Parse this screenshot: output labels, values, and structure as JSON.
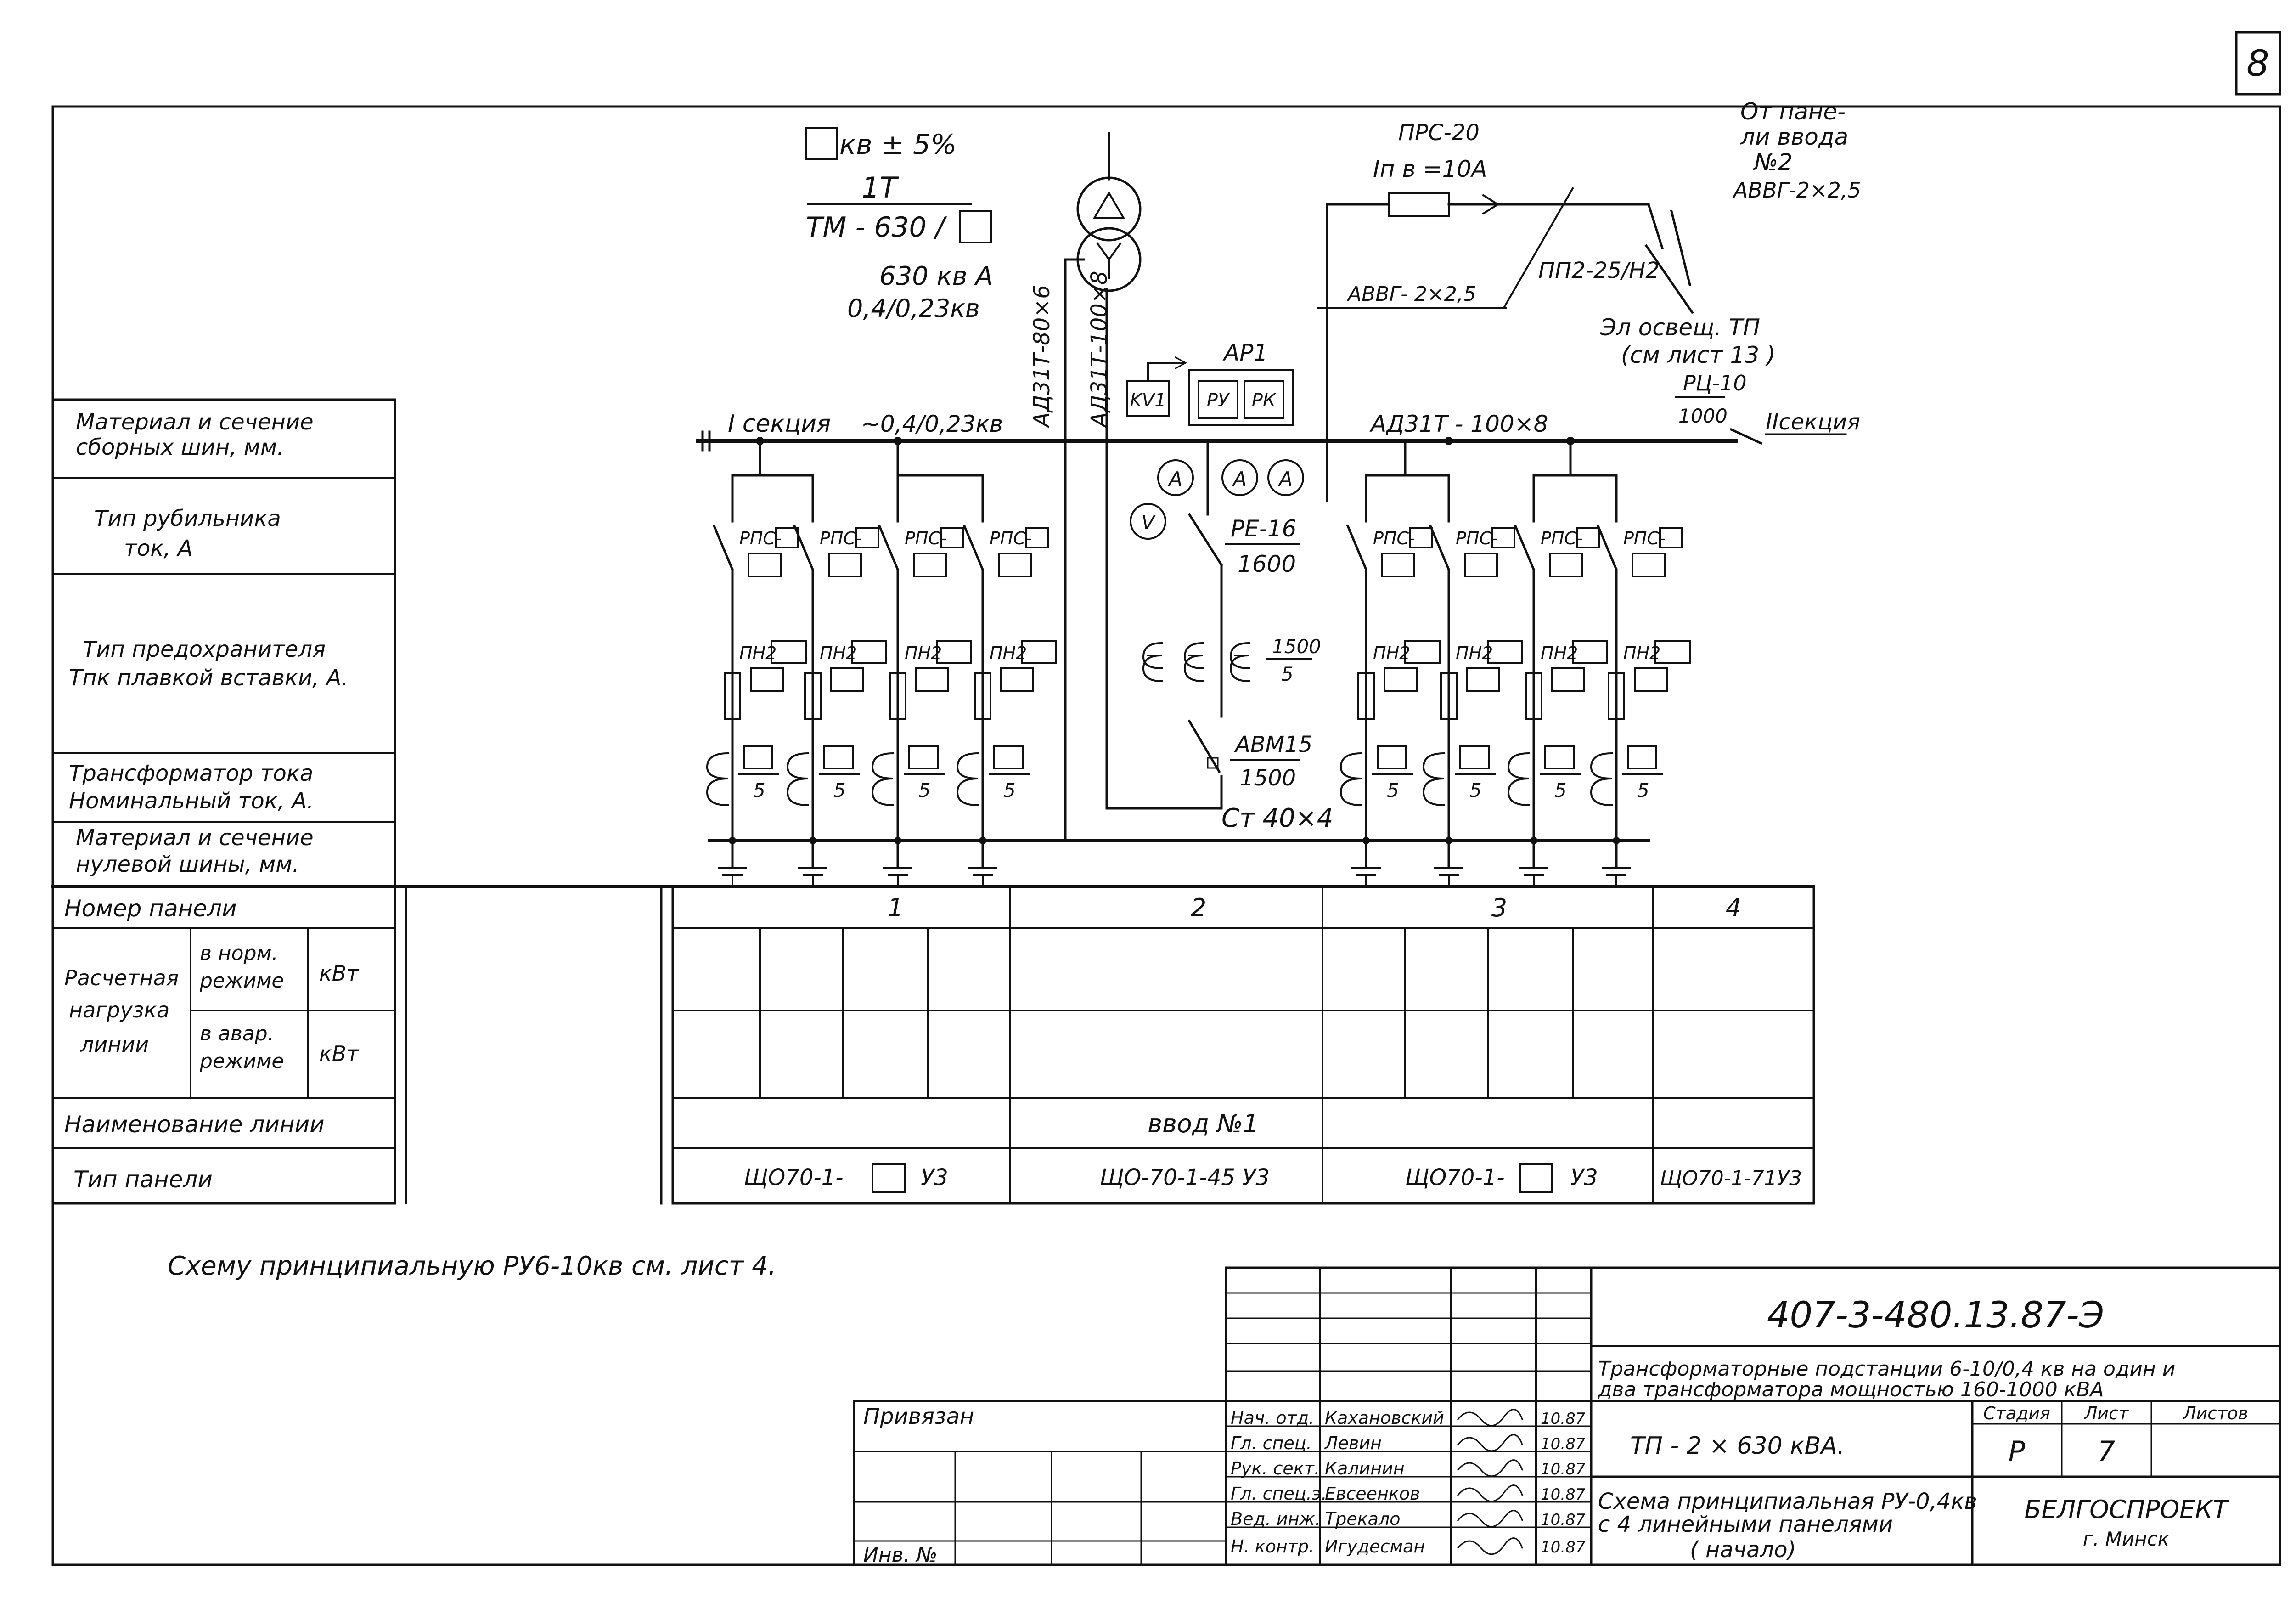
{
  "page_number": "8",
  "transformer": {
    "voltage": "кв ± 5%",
    "designation": "1Т",
    "model": "ТМ - 630 /",
    "power": "630 кв А",
    "ratio": "0,4/0,23кв",
    "cable_left": "АД31Т-80×6",
    "cable_right": "АД31Т-100×8"
  },
  "top_right": {
    "fuse_type": "ПРС-20",
    "fuse_current": "Iп в =10А",
    "from_panel": [
      "От пане-",
      "ли ввода",
      "№2"
    ],
    "cable_avvg_top": "АВВГ-2×2,5",
    "cable_avvg": "АВВГ- 2×2,5",
    "switch": "ПП2-25/Н2",
    "lighting": [
      "Эл освещ. ТП",
      "(см лист 13 )"
    ],
    "rc": "РЦ-10",
    "rc_value": "1000",
    "section2": "IIсекция"
  },
  "busbar": {
    "section1": "I секция",
    "voltage": "~0,4/0,23кв",
    "spec": "АД31Т - 100×8"
  },
  "ar": {
    "title": "АР1",
    "kv": "KV1",
    "ru": "РУ",
    "rk": "РК"
  },
  "main_breaker": {
    "ammeter": "А",
    "voltmeter": "V",
    "switch_type": "РЕ-16",
    "switch_current": "1600",
    "ct_num": "1500",
    "ct_den": "5",
    "breaker_type": "АВМ15",
    "breaker_current": "1500",
    "ground_bus": "Ст 40×4"
  },
  "feeder_labels": {
    "switch": "РПС-",
    "fuse": "ПН2",
    "ct_den": "5"
  },
  "left_table": {
    "busbar_material": [
      "Материал и сечение",
      "сборных    шин, мм."
    ],
    "switch_type": [
      "Тип   рубильника",
      "ток,  А"
    ],
    "fuse_type": [
      "Тип  предохранителя",
      "Тпк плавкой вставки, А."
    ],
    "ct": [
      "Трансформатор  тока",
      "Номинальный ток, А."
    ],
    "neutral_bus": [
      "Материал и сечение",
      "нулевой   шины, мм."
    ],
    "panel_number": "Номер    панели",
    "calc_load": [
      "Расчетная",
      "нагрузка",
      "линии"
    ],
    "normal_mode": [
      "в норм.",
      "режиме"
    ],
    "emergency_mode": [
      "в авар.",
      "режиме"
    ],
    "kw": "кВт",
    "line_name": "Наименование  линии",
    "panel_type": "Тип    панели"
  },
  "panels": [
    {
      "number": "1",
      "type_prefix": "ЩО70-1-",
      "type_suffix": "У3",
      "line_name": ""
    },
    {
      "number": "2",
      "type_prefix": "ЩО-70-1-45 У3",
      "type_suffix": "",
      "line_name": "ввод  №1"
    },
    {
      "number": "3",
      "type_prefix": "ЩО70-1-",
      "type_suffix": "У3",
      "line_name": ""
    },
    {
      "number": "4",
      "type_prefix": "ЩО70-1-71У3",
      "type_suffix": "",
      "line_name": ""
    }
  ],
  "note": "Схему принципиальную РУ6-10кв см. лист 4.",
  "title_block": {
    "doc_code": "407-3-480.13.87-Э",
    "project_title_1": "Трансформаторные подстанции 6-10/0,4 кв на один и",
    "project_title_2": "два трансформатора мощностью 160-1000 кВА",
    "attached": "Привязан",
    "inv": "Инв. №",
    "roles": [
      "Нач. отд.",
      "Гл. спец.",
      "Рук. сект.",
      "Гл. спец.э.",
      "Вед. инж.",
      "Н. контр."
    ],
    "names": [
      "Кахановский",
      "Левин",
      "Калинин",
      "Евсеенков",
      "Трекало",
      "Игудесман"
    ],
    "dates": [
      "10.87",
      "10.87",
      "10.87",
      "10.87",
      "10.87",
      "10.87"
    ],
    "object": "ТП - 2 × 630 кВА.",
    "stage_label": "Стадия",
    "sheet_label": "Лист",
    "sheets_label": "Листов",
    "stage": "Р",
    "sheet": "7",
    "sheets": "",
    "drawing_title_1": "Схема принципиальная РУ-0,4кв",
    "drawing_title_2": "с 4 линейными панелями",
    "drawing_title_3": "( начало)",
    "org": "БЕЛГОСПРОЕКТ",
    "city": "г. Минск"
  }
}
